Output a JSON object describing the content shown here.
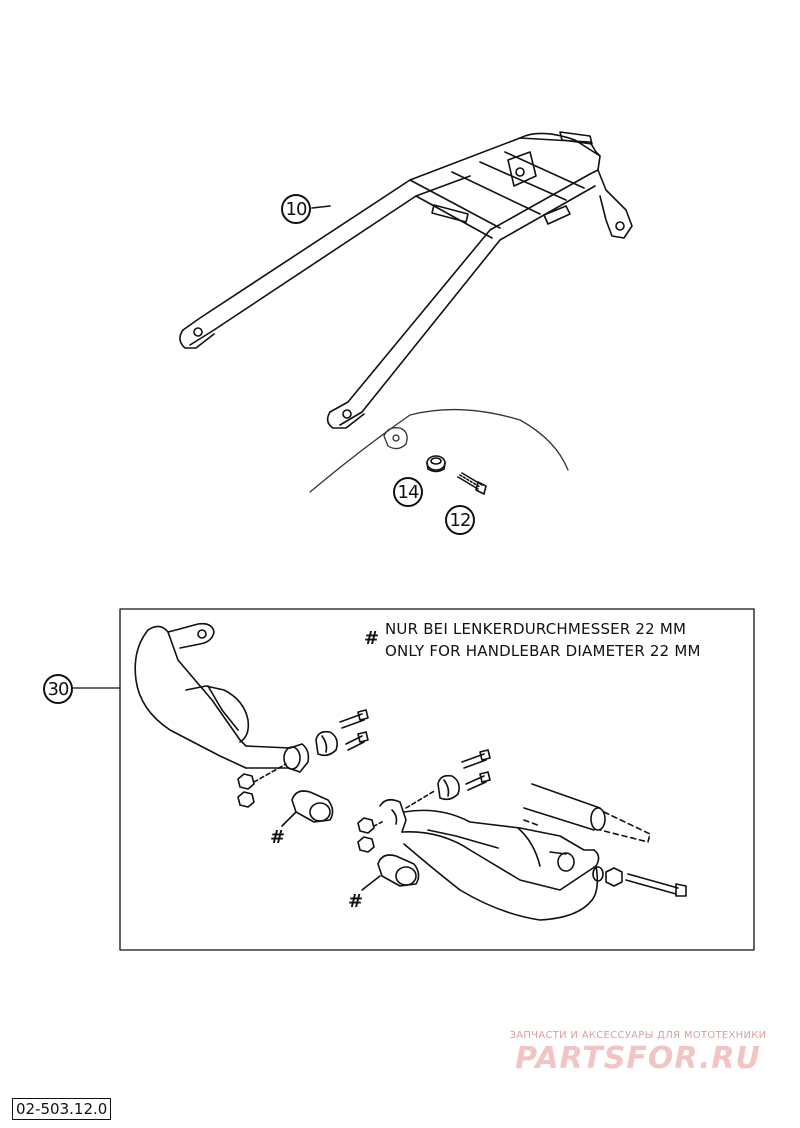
{
  "parts": {
    "p10": "10",
    "p14": "14",
    "p12": "12",
    "p30": "30"
  },
  "notes": {
    "marker": "#",
    "line_de": "NUR BEI LENKERDURCHMESSER 22 MM",
    "line_en": "ONLY FOR HANDLEBAR DIAMETER 22 MM"
  },
  "watermark": {
    "line1": "ЗАПЧАСТИ И АКСЕССУАРЫ ДЛЯ МОТОТЕХНИКИ",
    "line2": "PARTSFOR.RU"
  },
  "diagram_code": "02-503.12.0"
}
